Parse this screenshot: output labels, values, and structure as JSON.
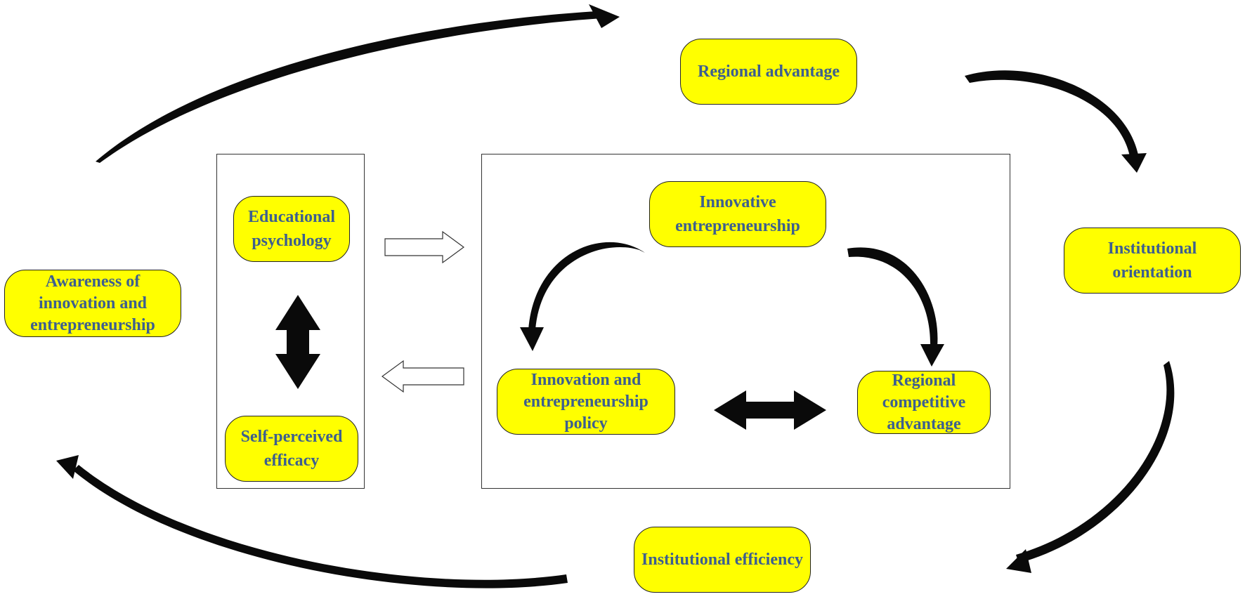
{
  "diagram": {
    "colors": {
      "node_fill": "#ffff00",
      "node_text": "#3d5f8f",
      "node_border": "#222222",
      "arrow": "#0a0a0a",
      "frame_border": "#333333"
    },
    "outer_nodes": {
      "regional_advantage": "Regional advantage",
      "institutional_orientation": "Institutional orientation",
      "institutional_efficiency": "Institutional efficiency",
      "awareness": "Awareness of innovation and entrepreneurship"
    },
    "left_box": {
      "educational_psychology": "Educational psychology",
      "self_perceived_efficacy": "Self-perceived efficacy"
    },
    "right_box": {
      "innovative_entrepreneurship": "Innovative entrepreneurship",
      "policy": "Innovation and entrepreneurship policy",
      "regional_competitive_advantage": "Regional competitive advantage"
    }
  }
}
